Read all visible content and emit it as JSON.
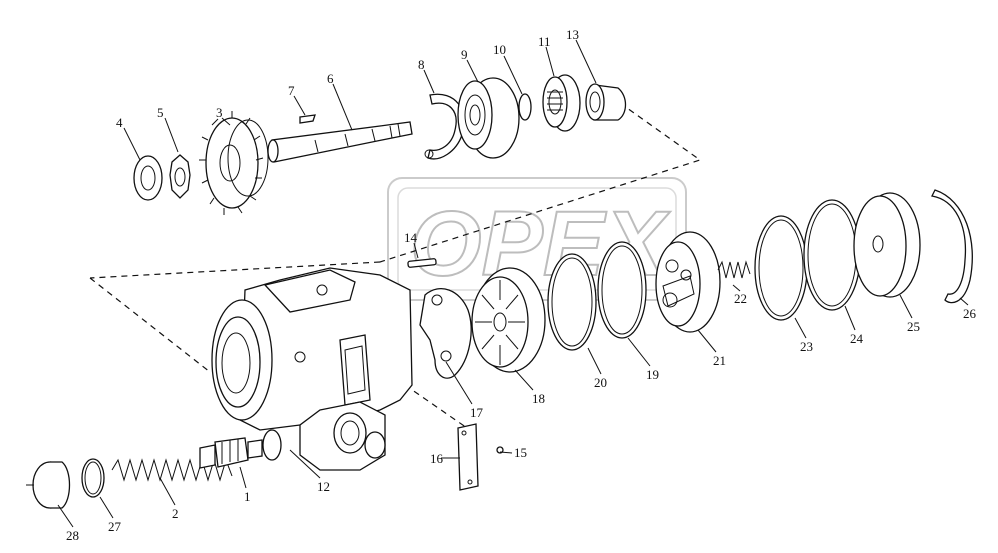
{
  "watermark": {
    "text": "OPEX"
  },
  "labels": {
    "p1": "1",
    "p2": "2",
    "p3": "3",
    "p4": "4",
    "p5": "5",
    "p6": "6",
    "p7": "7",
    "p8": "8",
    "p9": "9",
    "p10": "10",
    "p11": "11",
    "p12": "12",
    "p13": "13",
    "p14": "14",
    "p15": "15",
    "p16": "16",
    "p17": "17",
    "p18": "18",
    "p19": "19",
    "p20": "20",
    "p21": "21",
    "p22": "22",
    "p23": "23",
    "p24": "24",
    "p25": "25",
    "p26": "26",
    "p27": "27",
    "p28": "28"
  }
}
